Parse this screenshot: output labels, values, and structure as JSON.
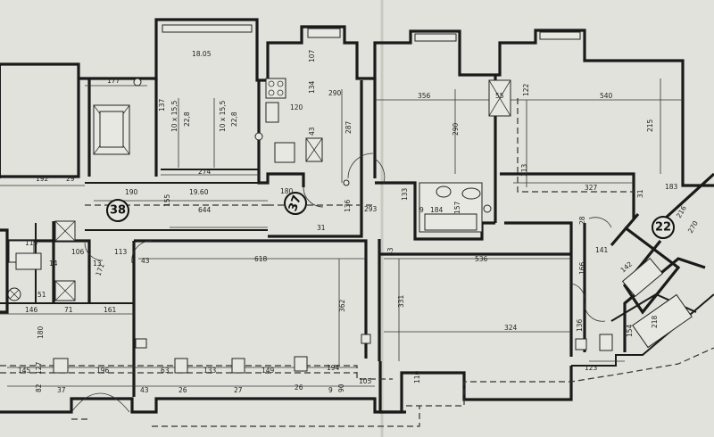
{
  "unit_numbers": [
    "38",
    "37",
    "22"
  ],
  "dimensions": {
    "d177": "177",
    "d1805": "18.05",
    "d10x155a": "10 x 15,5",
    "d228a": "22,8",
    "d10x155b": "10 x 15,5",
    "d228b": "22,8",
    "d137": "137",
    "d107": "107",
    "d134": "134",
    "d290": "290",
    "d120": "120",
    "d43": "43",
    "d287": "287",
    "d356": "356",
    "d290b": "290",
    "d55": "55",
    "d122": "122",
    "d540": "540",
    "d215": "215",
    "d313": "313",
    "d327": "327",
    "d183": "183",
    "d31a": "31",
    "d192": "192",
    "d29": "29",
    "d274": "274",
    "d190": "190",
    "d155": "155",
    "d1960": "19.60",
    "d644": "644",
    "d180": "180",
    "d136": "136",
    "d293": "293",
    "d133": "133",
    "d9": "9",
    "d184": "184",
    "d157": "157",
    "d28": "28",
    "d216": "216",
    "d270": "270",
    "d115": "115",
    "d106": "106",
    "d113": "113",
    "d13": "13",
    "d14": "14",
    "d43b": "43",
    "d618": "618",
    "d31b": "31",
    "d536": "536",
    "d43c": "43",
    "d141": "141",
    "d166": "166",
    "d142": "142",
    "d51": "51",
    "d171": "171",
    "d146": "146",
    "d71": "71",
    "d161": "161",
    "d331": "331",
    "d362": "362",
    "d324": "324",
    "d136b": "136",
    "d154": "154",
    "d218": "218",
    "d180b": "180",
    "d145": "145",
    "d196": "196",
    "d63": "63",
    "d133b": "133",
    "d149": "149",
    "d194": "194",
    "d123": "123",
    "d82": "82",
    "d127": "127",
    "d37": "37",
    "d43d": "43",
    "d26a": "26",
    "d27": "27",
    "d26b": "26",
    "d90": "90",
    "d105": "105",
    "d110": "110",
    "d9b": "9"
  }
}
